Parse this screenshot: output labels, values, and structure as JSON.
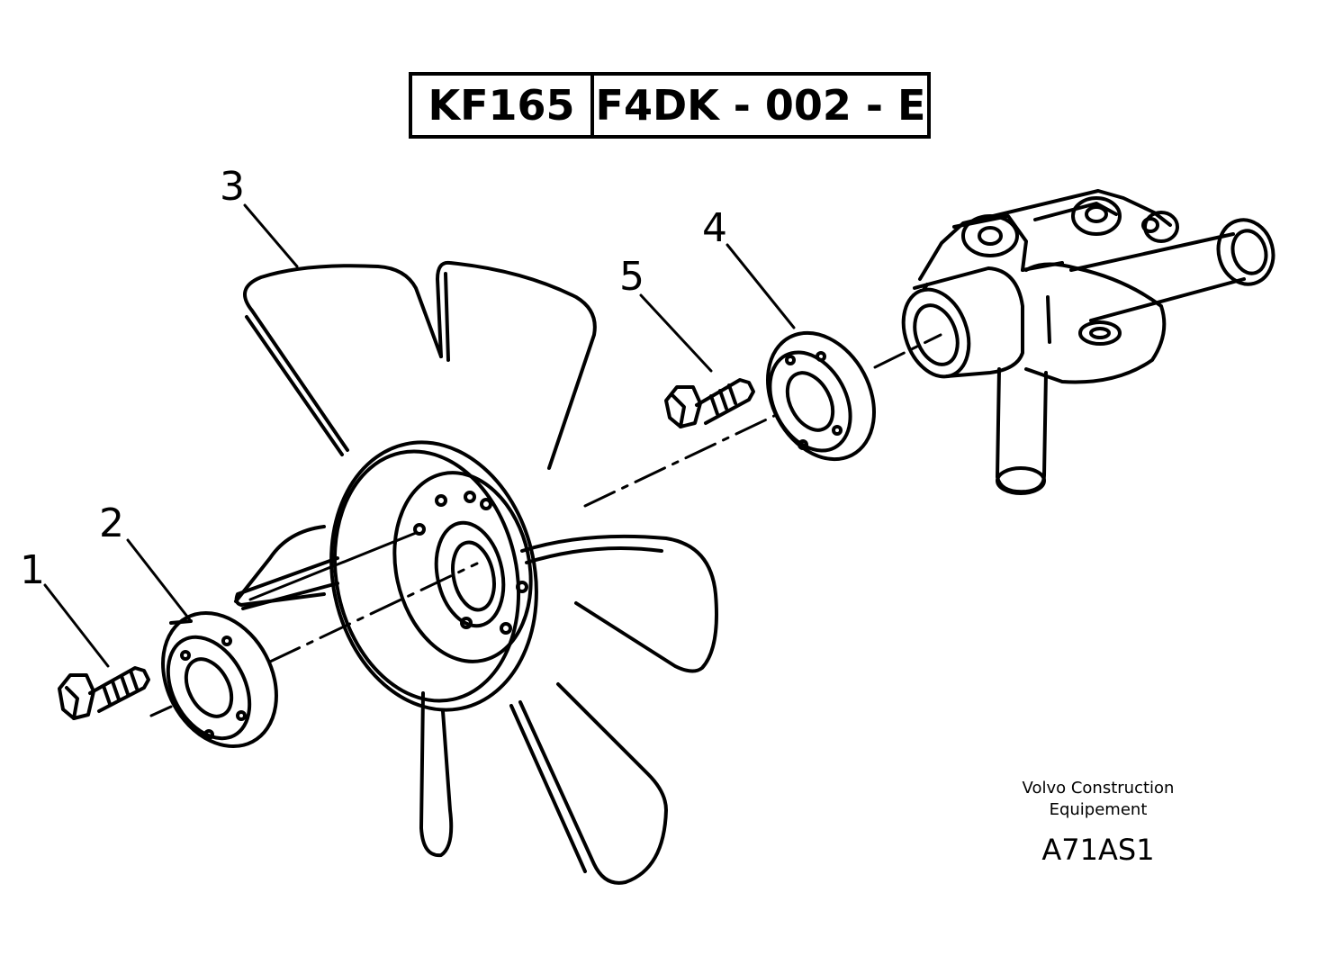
{
  "header": {
    "model": "KF165",
    "group_code": "F4DK - 002 - E"
  },
  "callouts": {
    "item_1": "1",
    "item_2": "2",
    "item_3": "3",
    "item_4": "4",
    "item_5": "5"
  },
  "footer": {
    "brand_line1": "Volvo Construction",
    "brand_line2": "Equipement",
    "figure_code": "A71AS1"
  }
}
